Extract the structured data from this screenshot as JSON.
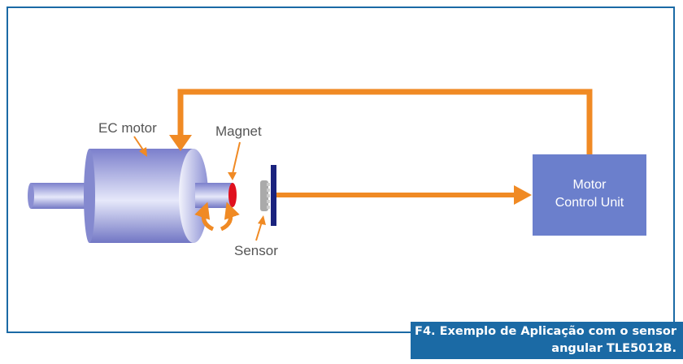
{
  "diagram": {
    "labels": {
      "motor": "EC motor",
      "magnet": "Magnet",
      "sensor": "Sensor",
      "control_unit_line1": "Motor",
      "control_unit_line2": "Control Unit"
    },
    "colors": {
      "arrow": "#f08a24",
      "frame": "#1b6aa5",
      "control_unit": "#6b7fcc",
      "magnet": "#e0101e",
      "sensor_board": "#1a237e"
    }
  },
  "caption": {
    "line1": "F4. Exemplo de Aplicação com o sensor",
    "line2": "angular TLE5012B."
  }
}
